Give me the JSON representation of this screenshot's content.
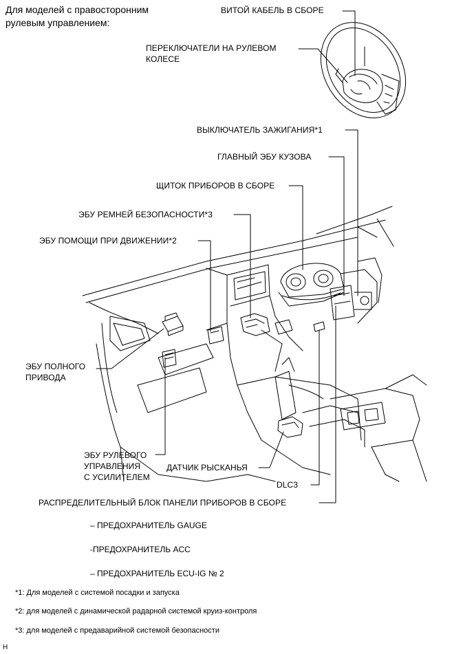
{
  "header": {
    "line1": "Для моделей с правосторонним",
    "line2": "рулевым управлением:"
  },
  "labels": {
    "spiral_cable": "ВИТОЙ КАБЕЛЬ В СБОРЕ",
    "steering_switches_1": "ПЕРЕКЛЮЧАТЕЛИ НА РУЛЕВОМ",
    "steering_switches_2": "КОЛЕСЕ",
    "ignition_switch": "ВЫКЛЮЧАТЕЛЬ ЗАЖИГАНИЯ*1",
    "main_body_ecu": "ГЛАВНЫЙ ЭБУ КУЗОВА",
    "combination_meter": "ЩИТОК ПРИБОРОВ В СБОРЕ",
    "seat_belt_ecu": "ЭБУ РЕМНЕЙ БЕЗОПАСНОСТИ*3",
    "driving_support_ecu": "ЭБУ ПОМОЩИ ПРИ ДВИЖЕНИИ*2",
    "awd_ecu_1": "ЭБУ ПОЛНОГО",
    "awd_ecu_2": "ПРИВОДА",
    "eps_ecu_1": "ЭБУ РУЛЕВОГО",
    "eps_ecu_2": "УПРАВЛЕНИЯ",
    "eps_ecu_3": "С УСИЛИТЕЛЕМ",
    "yaw_sensor": "ДАТЧИК РЫСКАНЬЯ",
    "dlc3": "DLC3",
    "junction_block": "РАСПРЕДЕЛИТЕЛЬНЫЙ БЛОК ПАНЕЛИ ПРИБОРОВ В СБОРЕ"
  },
  "fuses": [
    "– ПРЕДОХРАНИТЕЛЬ GAUGE",
    "-ПРЕДОХРАНИТЕЛЬ ACC",
    "– ПРЕДОХРАНИТЕЛЬ ECU-IG № 2"
  ],
  "footnotes": [
    "*1: Для моделей с системой посадки и запуска",
    "*2: для моделей с динамической радарной системой круиз-контроля",
    "*3: для моделей с предаварийной системой безопасности"
  ],
  "corner_mark": "H"
}
